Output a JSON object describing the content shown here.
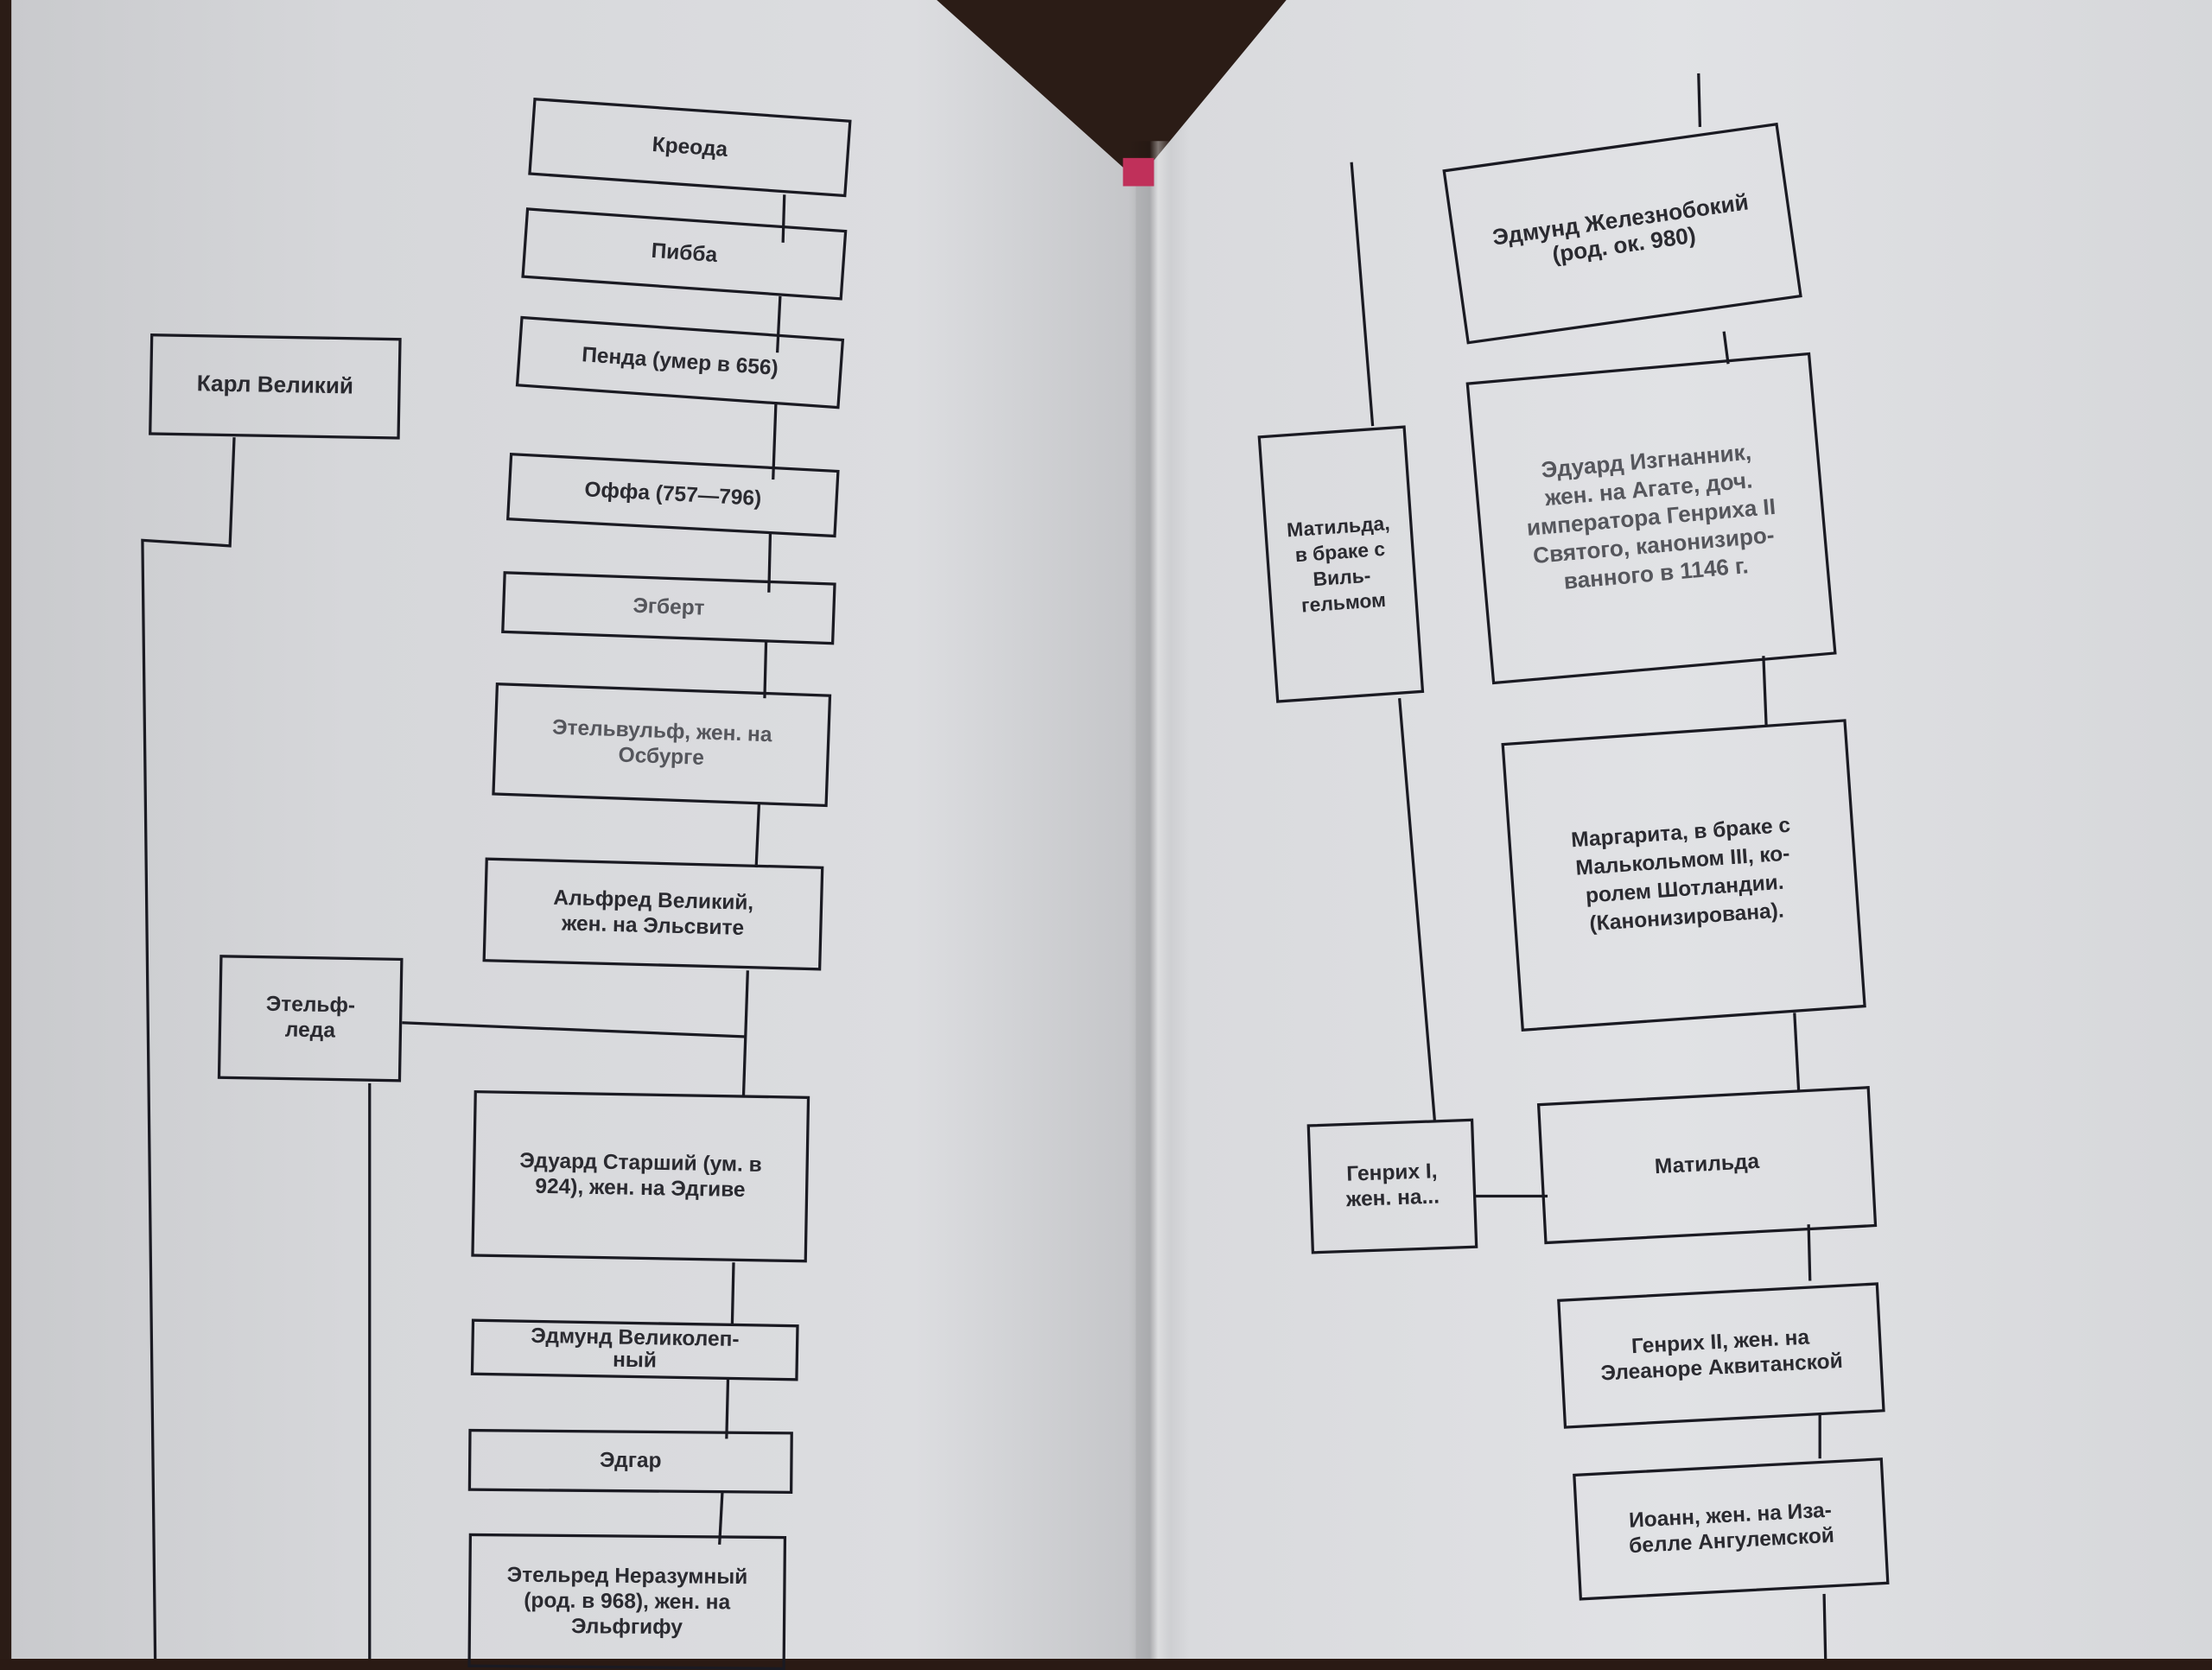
{
  "left_page": {
    "nodes": [
      {
        "id": "kreoda",
        "lines": [
          "Креода"
        ]
      },
      {
        "id": "pibba",
        "lines": [
          "Пибба"
        ]
      },
      {
        "id": "penda",
        "lines": [
          "Пенда (умер в 656)"
        ]
      },
      {
        "id": "offa",
        "lines": [
          "Оффа (757—796)"
        ]
      },
      {
        "id": "egbert",
        "lines": [
          "Эгберт"
        ]
      },
      {
        "id": "ethelwulf",
        "lines": [
          "Этельвульф, жен. на",
          "Осбурге"
        ]
      },
      {
        "id": "alfred",
        "lines": [
          "Альфред Великий,",
          "жен. на Эльсвите"
        ]
      },
      {
        "id": "edward_elder",
        "lines": [
          "Эдуард Старший (ум. в",
          "924), жен. на Эдгиве"
        ]
      },
      {
        "id": "edmund",
        "lines": [
          "Эдмунд Великолеп-",
          "ный"
        ]
      },
      {
        "id": "edgar",
        "lines": [
          "Эдгар"
        ]
      },
      {
        "id": "ethelred",
        "lines": [
          "Этельред Неразумный",
          "(род. в 968), жен. на",
          "Эльфгифу"
        ]
      },
      {
        "id": "charlemagne",
        "lines": [
          "Карл Великий"
        ]
      },
      {
        "id": "ethelfleda",
        "lines": [
          "Этельф-",
          "леда"
        ]
      }
    ]
  },
  "right_page": {
    "nodes": [
      {
        "id": "edmund_ironside",
        "lines": [
          "Эдмунд Железнобокий",
          "(род. ок. 980)"
        ]
      },
      {
        "id": "edward_exile",
        "lines": [
          "Эдуард Изгнанник,",
          "жен. на Агате, доч.",
          "императора Генриха II",
          "Святого, канонизиро-",
          "ванного в 1146 г."
        ]
      },
      {
        "id": "margaret",
        "lines": [
          "Маргарита, в  браке с",
          "Малькольмом III, ко-",
          "ролем Шотландии.",
          "(Канонизирована)."
        ]
      },
      {
        "id": "matilda_william",
        "lines": [
          "Матильда,",
          "в браке с",
          "Виль-",
          "гельмом"
        ]
      },
      {
        "id": "henry1",
        "lines": [
          "Генрих I,",
          "жен. на..."
        ]
      },
      {
        "id": "matilda",
        "lines": [
          "Матильда"
        ]
      },
      {
        "id": "henry2",
        "lines": [
          "Генрих II, жен. на",
          "Элеаноре Аквитанской"
        ]
      },
      {
        "id": "john",
        "lines": [
          "Иоанн, жен. на Иза-",
          "белле Ангулемской"
        ]
      }
    ]
  }
}
